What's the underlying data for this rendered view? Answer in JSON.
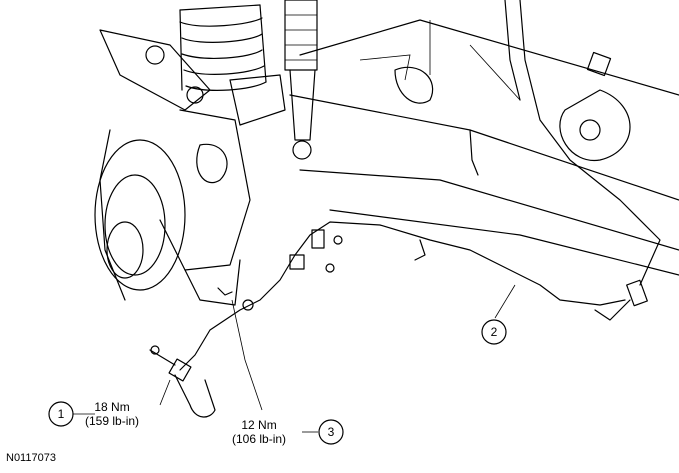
{
  "callouts": [
    {
      "number": "1",
      "torque_nm": "18 Nm",
      "torque_lbin": "(159 lb-in)"
    },
    {
      "number": "2"
    },
    {
      "number": "3",
      "torque_nm": "12 Nm",
      "torque_lbin": "(106 lb-in)"
    }
  ],
  "figure_id": "N0117073"
}
